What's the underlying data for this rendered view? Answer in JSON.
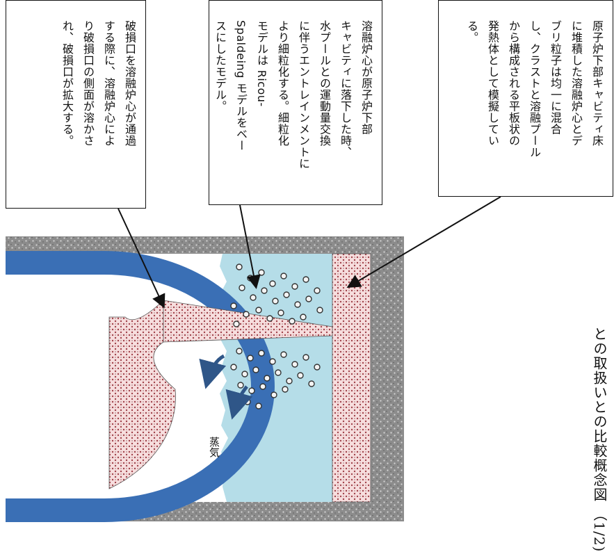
{
  "colors": {
    "wall": "#8c8c8c",
    "vessel": "#3a6fb5",
    "water": "#b5dde8",
    "corium": "#f7dede",
    "corium_dot": "#a0424a",
    "arrow": "#2f5688"
  },
  "callouts": [
    {
      "text": "破損口を溶融炉心が通過\nする際に、溶融炉心によ\nり破損口の側面が溶かさ\nれ、破損口が拡大する。"
    },
    {
      "text": "溶融炉心が原子炉下部\nキャビティに落下した時、\n水プールとの運動量交換\nに伴うエントレインメントに\nより細粒化する。細粒化\nモデルは Ricou-\nSpaldeing モデルをベー\nスにしたモデル。"
    },
    {
      "text": "原子炉下部キャビティ床\nに堆積した溶融炉心とデ\nブリ粒子は均一に混合\nし、クラストと溶融プール\nから構成される平板状の\n発熱体として模擬してい\nる。"
    }
  ],
  "labels": {
    "steam": "蒸気"
  },
  "caption": "との取扱いとの比較概念図 （1/2)"
}
